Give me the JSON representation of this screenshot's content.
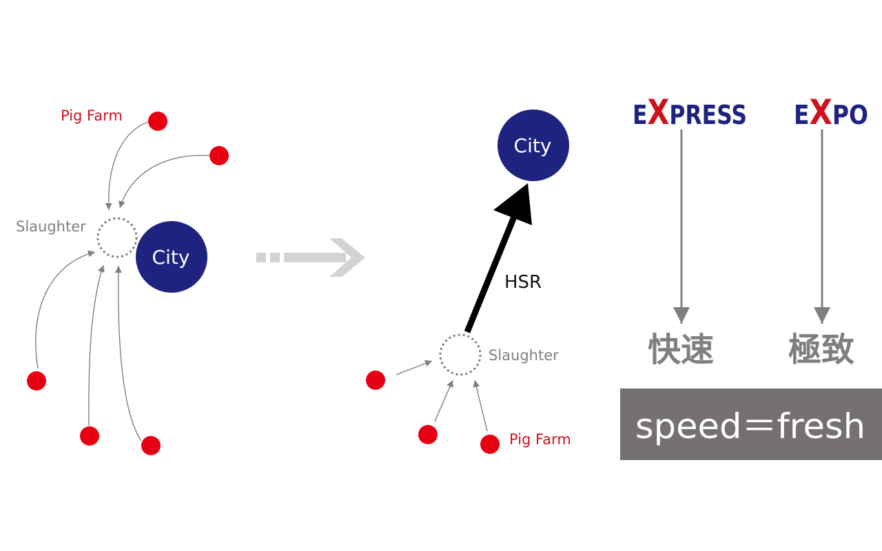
{
  "left_diagram": {
    "pig_farm_label": "Pig Farm",
    "slaughter_label": "Slaughter",
    "city_label": "City"
  },
  "right_diagram": {
    "city_label": "City",
    "hsr_label": "HSR",
    "slaughter_label": "Slaughter",
    "pig_farm_label": "Pig Farm"
  },
  "brand": {
    "express": {
      "prefix": "E",
      "highlight": "X",
      "suffix": "PRESS",
      "meaning": "快速"
    },
    "expo": {
      "prefix": "E",
      "highlight": "X",
      "suffix": "PO",
      "meaning": "極致"
    },
    "tagline": "speed＝fresh"
  },
  "colors": {
    "city": "#1d237f",
    "farm": "#e60012",
    "highlight": "#d0101c",
    "arrow": "#7f7f7f",
    "transition_arrow": "#d3d3d3",
    "band": "#767171"
  }
}
